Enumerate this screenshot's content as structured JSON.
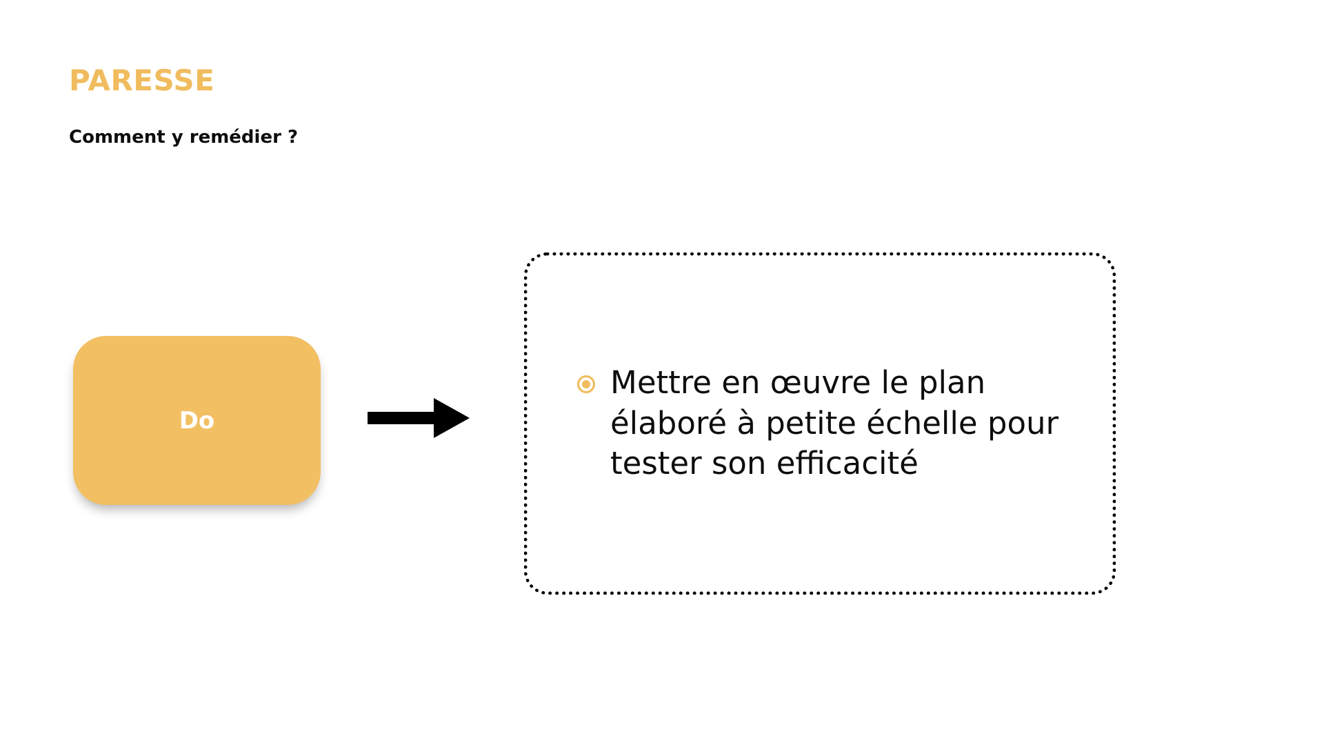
{
  "slide": {
    "title": "PARESSE",
    "subtitle": "Comment y remédier ?",
    "accent_color": "#F0BC5E",
    "box_color": "#F2BF63",
    "text_color": "#0d0d0d",
    "background_color": "#ffffff"
  },
  "stage": {
    "label": "Do",
    "shape": "rounded-rectangle"
  },
  "connector": {
    "icon": "arrow-right-icon",
    "color": "#000000"
  },
  "content": {
    "border_style": "dotted",
    "bullets": [
      {
        "marker": "target-bullet-icon",
        "text": "Mettre en œuvre le plan élaboré à petite échelle pour tester son efficacité"
      }
    ]
  }
}
